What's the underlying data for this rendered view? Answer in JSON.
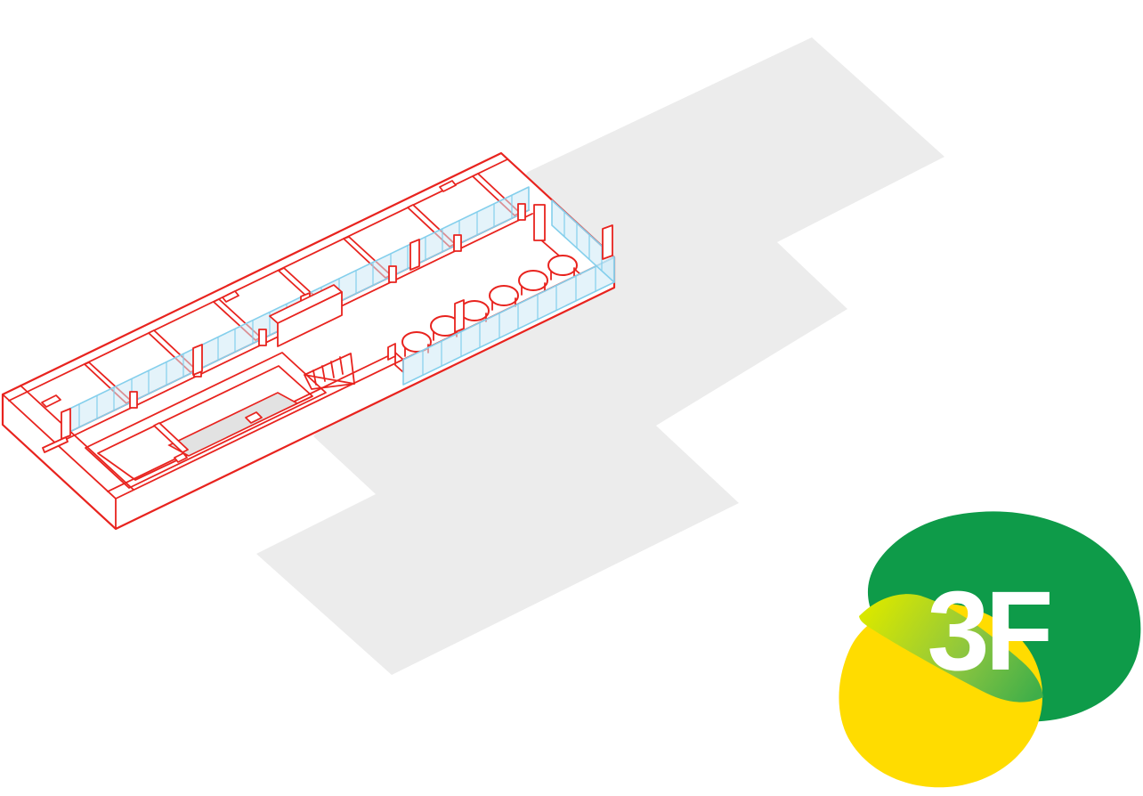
{
  "page": {
    "background_color": "#ffffff"
  },
  "floor_plan": {
    "line_color": "#e8231e",
    "glass_line_color": "#84cfec",
    "glass_fill_color": "#cde9f6",
    "plate_color": "#ececec",
    "patch_color": "#e2e2e2",
    "upper_room_count": 8,
    "stool_count": 6
  },
  "floor_badge": {
    "label": "3F",
    "label_color": "#ffffff",
    "green_color": "#0e9b49",
    "yellow_color": "#ffdc00",
    "swoosh_gradient_start": "#d8e700",
    "swoosh_gradient_mid": "#8dc63f",
    "swoosh_gradient_end": "#3fae49"
  }
}
